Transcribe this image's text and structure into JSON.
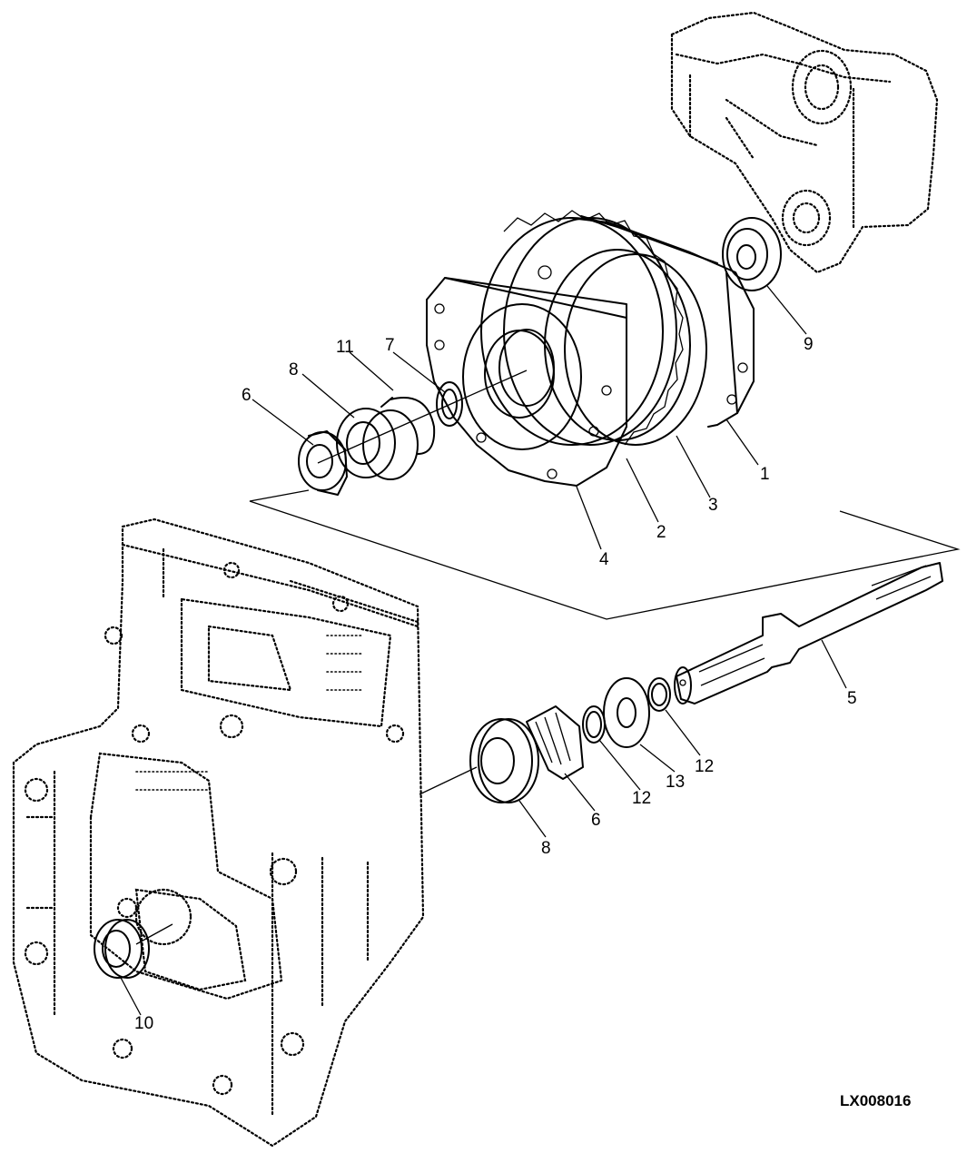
{
  "drawing_code": "LX008016",
  "callouts": [
    {
      "label": "1"
    },
    {
      "label": "2"
    },
    {
      "label": "3"
    },
    {
      "label": "4"
    },
    {
      "label": "5"
    },
    {
      "label": "6"
    },
    {
      "label": "7"
    },
    {
      "label": "8"
    },
    {
      "label": "9"
    },
    {
      "label": "10"
    },
    {
      "label": "11"
    },
    {
      "label": "12"
    },
    {
      "label": "12"
    },
    {
      "label": "13"
    },
    {
      "label": "6"
    },
    {
      "label": "8"
    }
  ]
}
